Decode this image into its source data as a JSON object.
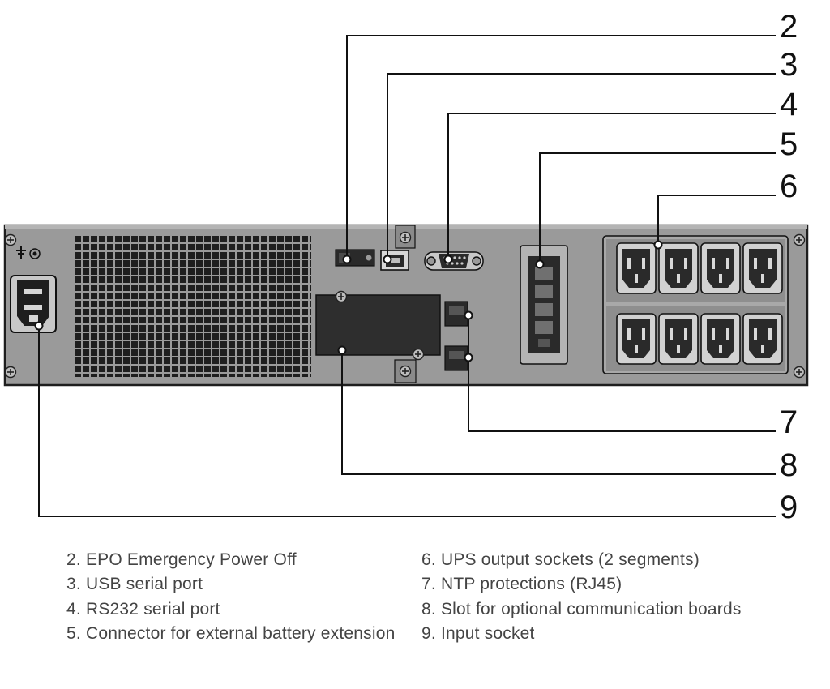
{
  "callouts": {
    "n2": "2",
    "n3": "3",
    "n4": "4",
    "n5": "5",
    "n6": "6",
    "n7": "7",
    "n8": "8",
    "n9": "9"
  },
  "legend": {
    "left": [
      "2. EPO Emergency Power Off",
      "3. USB serial port",
      "4. RS232 serial port",
      "5. Connector for external battery extension"
    ],
    "right": [
      "6. UPS output sockets (2 segments)",
      "7. NTP protections (RJ45)",
      "8. Slot for optional communication boards",
      "9. Input socket"
    ]
  },
  "colors": {
    "panel": "#9a9a9a",
    "dark": "#2b2b2b",
    "line": "#111111",
    "text": "#444444"
  },
  "icons": [
    "ground-icon",
    "screw-icon",
    "vent-grid",
    "iec-socket"
  ]
}
